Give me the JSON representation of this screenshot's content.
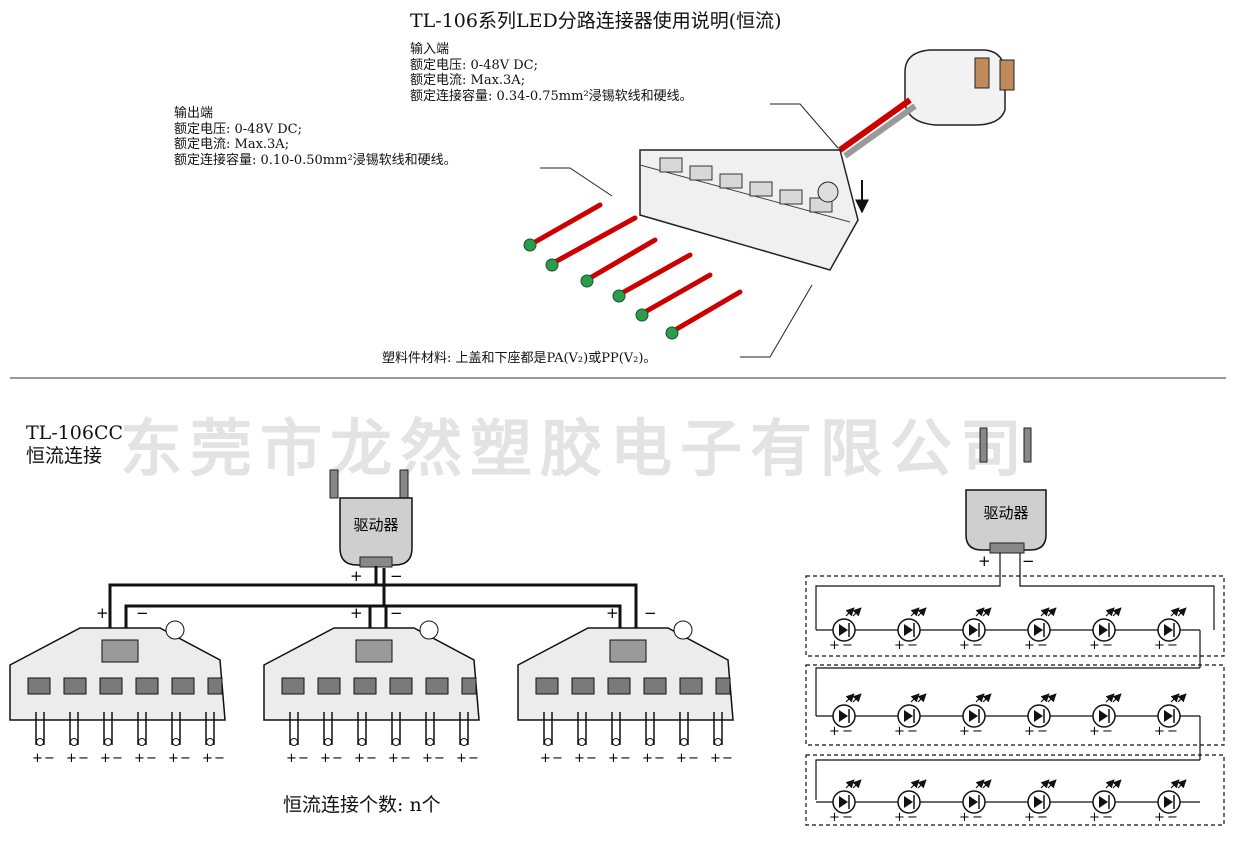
{
  "title": "TL-106系列LED分路连接器使用说明(恒流)",
  "input_spec": {
    "heading": "输入端",
    "voltage": "额定电压: 0-48V DC;",
    "current": "额定电流: Max.3A;",
    "capacity": "额定连接容量: 0.34-0.75mm²浸锡软线和硬线。"
  },
  "output_spec": {
    "heading": "输出端",
    "voltage": "额定电压: 0-48V DC;",
    "current": "额定电流: Max.3A;",
    "capacity": "额定连接容量: 0.10-0.50mm²浸锡软线和硬线。"
  },
  "material_note": "塑料件材料: 上盖和下座都是PA(V₂)或PP(V₂)。",
  "watermark": "东莞市龙然塑胶电子有限公司",
  "model": {
    "code": "TL-106CC",
    "name": "恒流连接"
  },
  "driver_label": "驱动器",
  "plus": "+",
  "minus": "−",
  "count_note": "恒流连接个数: n个"
}
